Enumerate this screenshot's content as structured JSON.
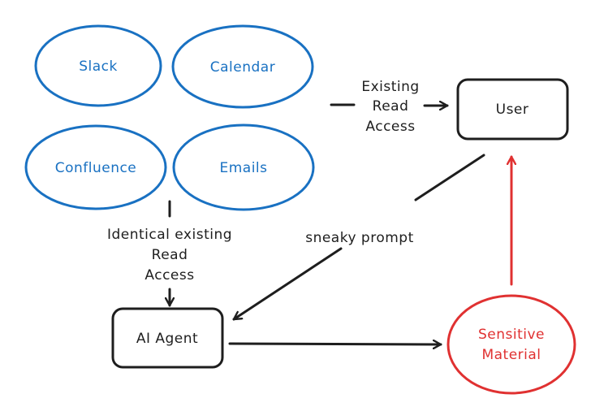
{
  "nodes": {
    "slack": "Slack",
    "calendar": "Calendar",
    "confluence": "Confluence",
    "emails": "Emails",
    "user": "User",
    "ai_agent": "AI Agent",
    "sensitive": [
      "Sensitive",
      "Material"
    ]
  },
  "edges": {
    "existing_read_access": [
      "Existing",
      "Read",
      "Access"
    ],
    "identical_access": [
      "Identical existing",
      "Read",
      "Access"
    ],
    "sneaky_prompt": "sneaky prompt"
  },
  "colors": {
    "blue": "#1971c2",
    "black": "#1e1e1e",
    "red": "#e03131"
  }
}
